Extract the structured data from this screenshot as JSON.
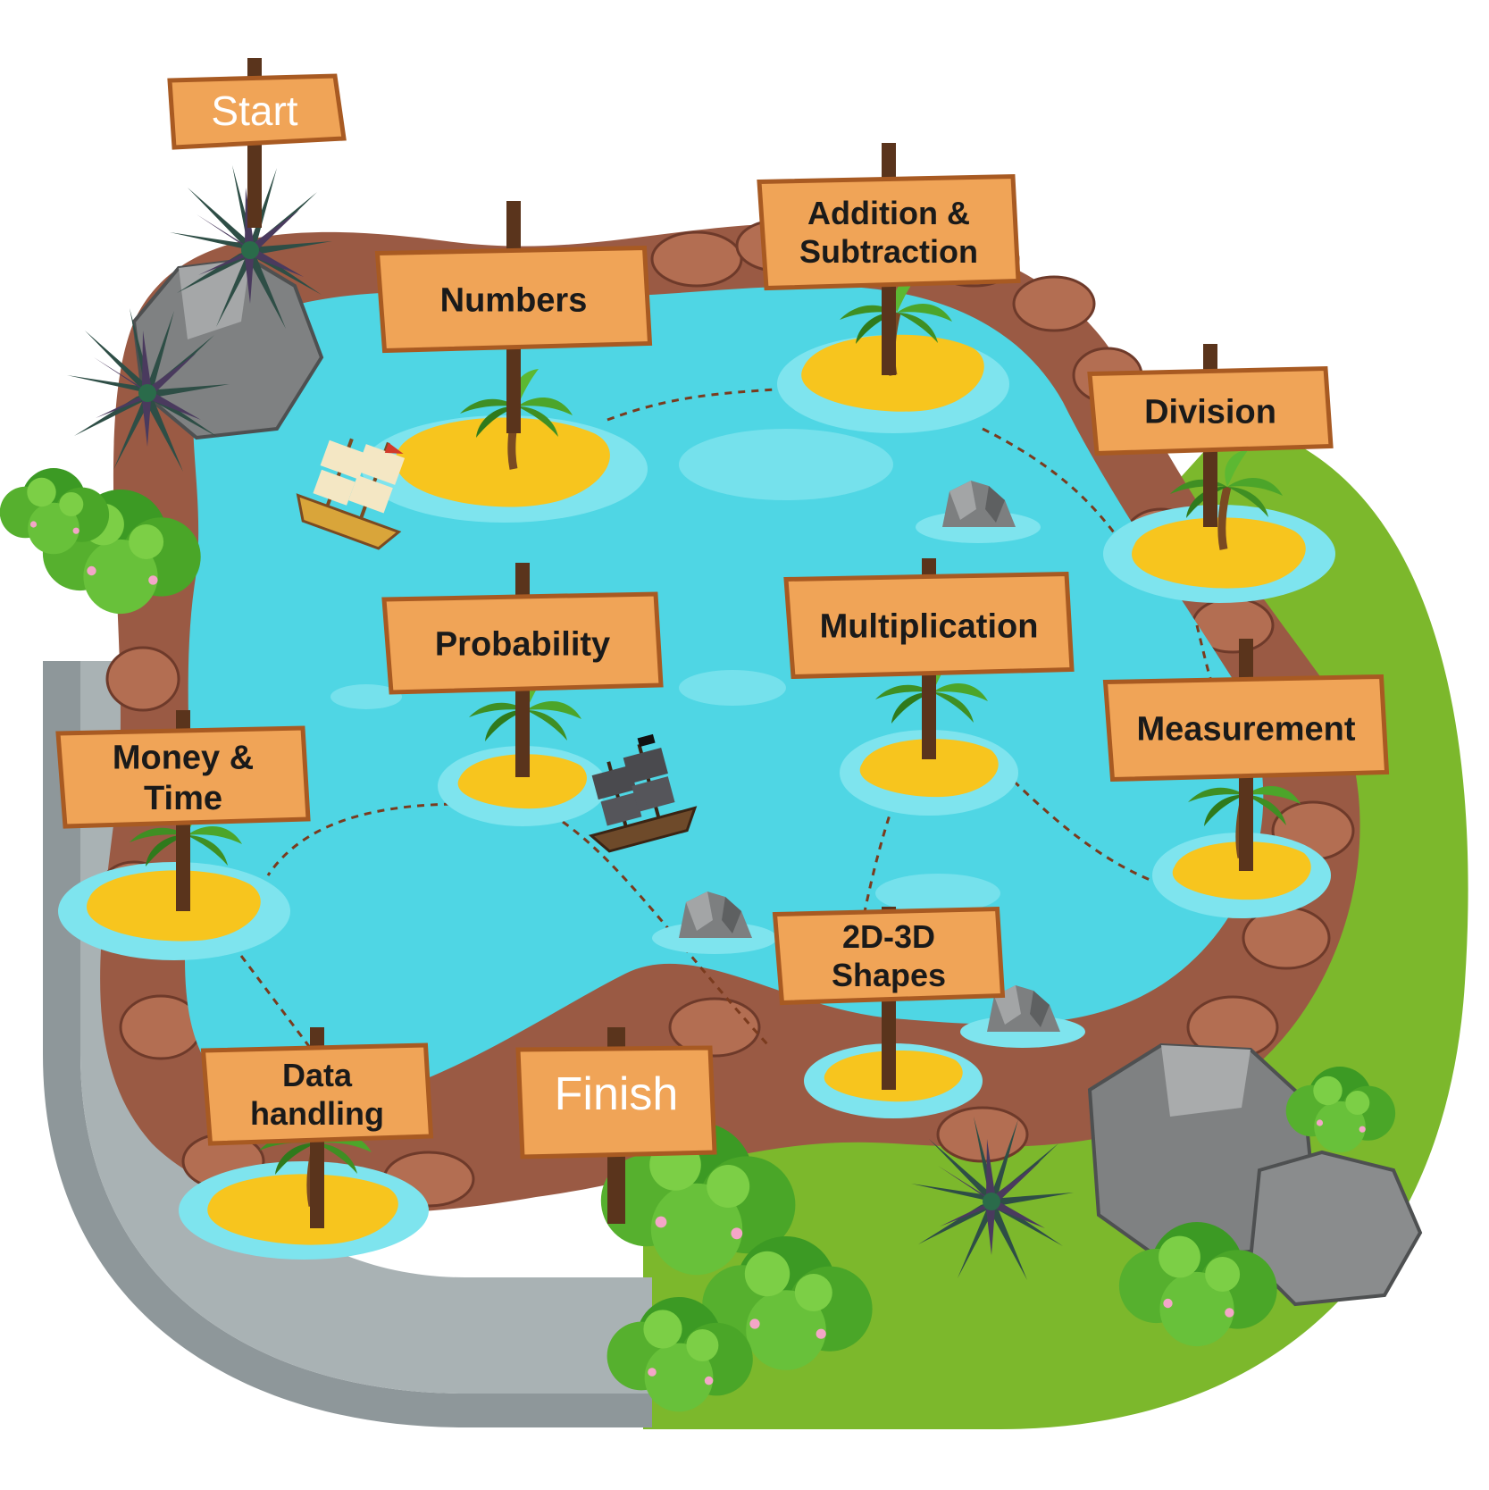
{
  "colors": {
    "water": "#4fd6e4",
    "water_light": "#7ee4ee",
    "sand": "#f7c51e",
    "sign_wood": "#f0a457",
    "sign_edge": "#a85a22",
    "pole": "#5a341c",
    "rock": "#9b5e4a",
    "grass": "#79b82a",
    "bush": "#4fa82a",
    "stone_path": "#8c9698",
    "path_dash": "#7a3b1e"
  },
  "start": {
    "label": "Start"
  },
  "finish": {
    "label": "Finish"
  },
  "levels": [
    {
      "lines": [
        "Numbers"
      ],
      "icon": "palm-island-icon"
    },
    {
      "lines": [
        "Addition &",
        "Subtraction"
      ],
      "icon": "palm-island-icon"
    },
    {
      "lines": [
        "Division"
      ],
      "icon": "palm-island-icon"
    },
    {
      "lines": [
        "Probability"
      ],
      "icon": "palm-island-icon"
    },
    {
      "lines": [
        "Multiplication"
      ],
      "icon": "palm-island-icon"
    },
    {
      "lines": [
        "Measurement"
      ],
      "icon": "palm-island-icon"
    },
    {
      "lines": [
        "Money &",
        "Time"
      ],
      "icon": "palm-island-icon"
    },
    {
      "lines": [
        "2D-3D",
        "Shapes"
      ],
      "icon": "palm-island-icon"
    },
    {
      "lines": [
        "Data",
        "handling"
      ],
      "icon": "palm-island-icon"
    }
  ],
  "decorations": {
    "ships": [
      "sailing-ship-icon",
      "pirate-ship-icon"
    ],
    "rocks": [
      "sea-rock-icon",
      "sea-rock-icon",
      "sea-rock-icon"
    ],
    "plants": [
      "spiky-plant-icon",
      "bush-icon",
      "boulder-icon"
    ]
  }
}
